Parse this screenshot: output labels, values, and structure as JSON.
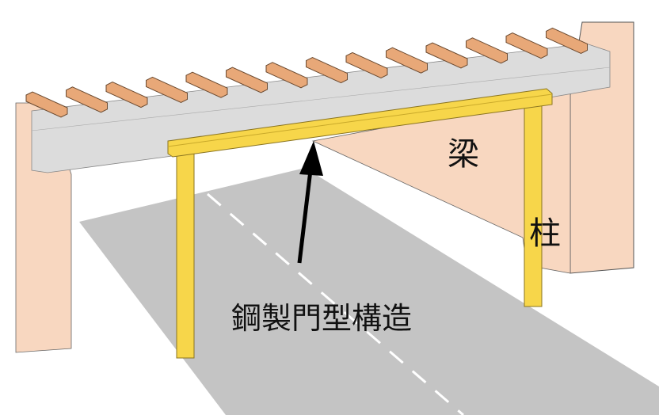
{
  "labels": {
    "beam": "梁",
    "column": "柱",
    "portal": "鋼製門型構造"
  },
  "colors": {
    "pier": "#f8d7c0",
    "girder": "#dcdcdc",
    "road": "#c4c4c4",
    "sleeper": "#e8a878",
    "portal_frame": "#f7d64a"
  }
}
